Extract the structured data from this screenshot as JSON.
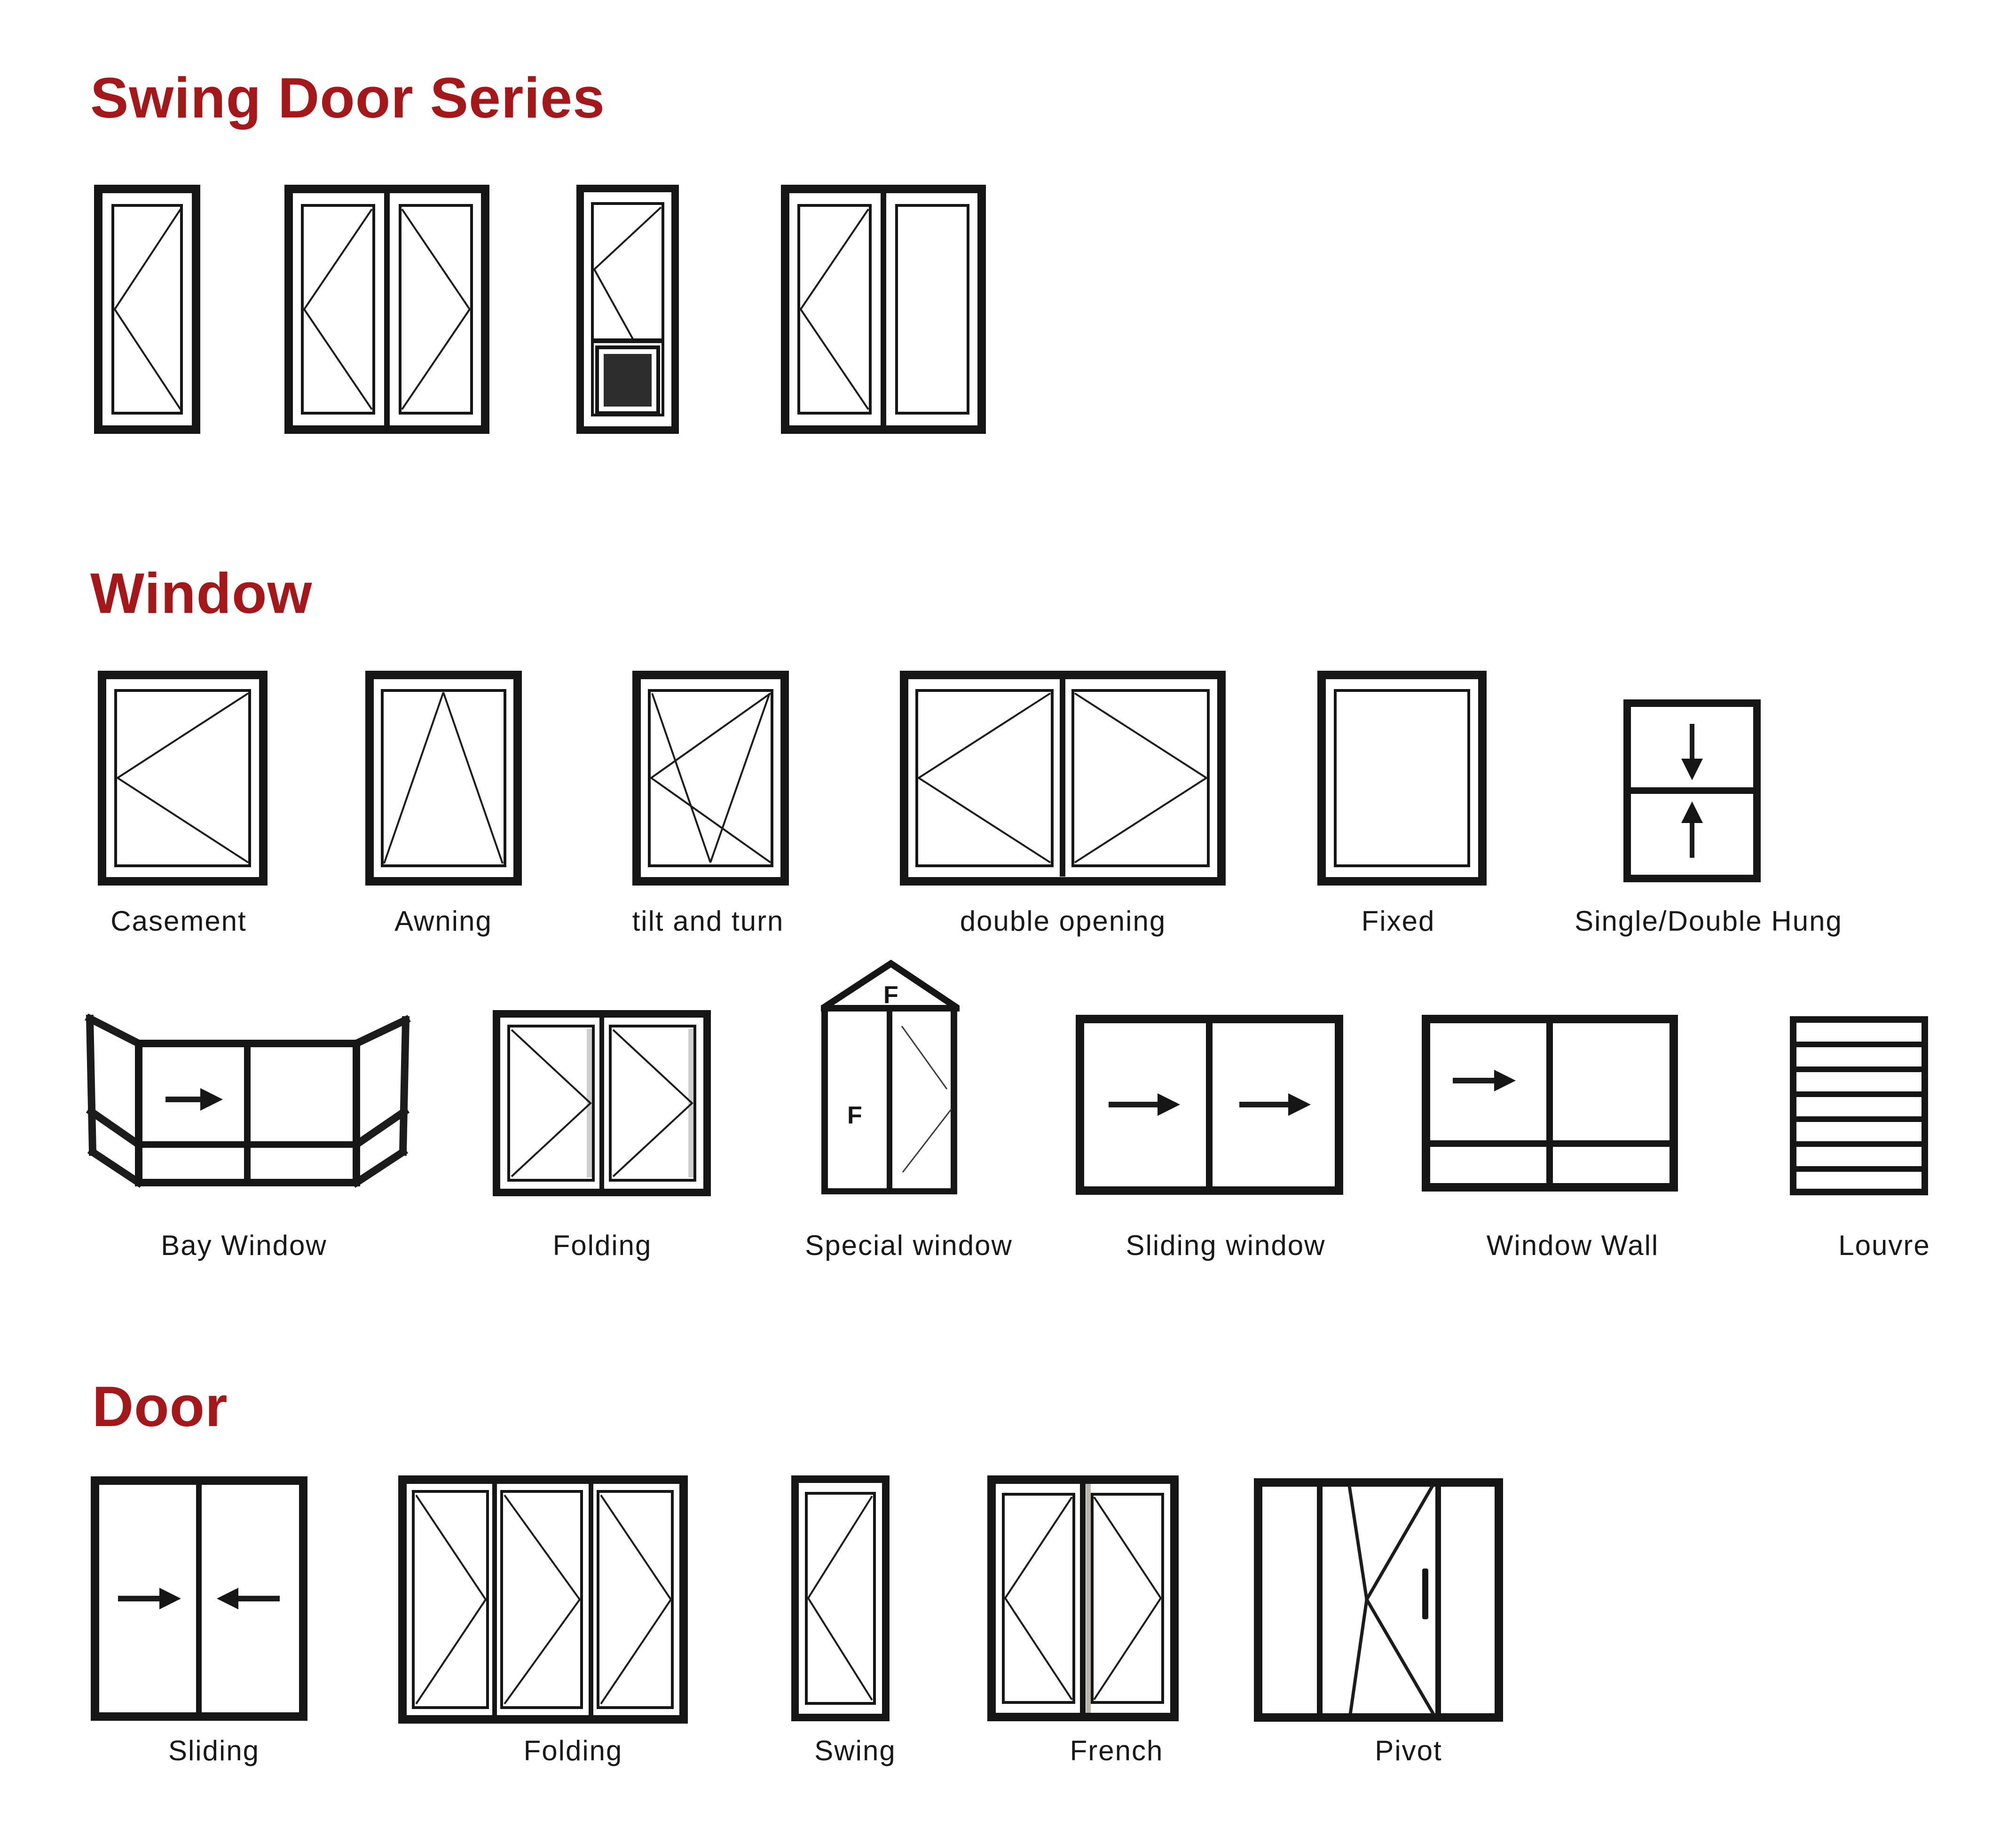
{
  "colors": {
    "background": "#ffffff",
    "accent_red": "#a2181b",
    "line_black": "#161616",
    "dark_panel": "#2d2d2d"
  },
  "sections": {
    "swing_door_series": {
      "title": "Swing Door Series",
      "diagrams": [
        {
          "icon": "single-swing-door-icon"
        },
        {
          "icon": "double-swing-door-icon"
        },
        {
          "icon": "swing-door-solid-panel-icon"
        },
        {
          "icon": "swing-door-with-sidelite-icon"
        }
      ]
    },
    "window": {
      "title": "Window",
      "row1": [
        {
          "label": "Casement",
          "icon": "casement-window-icon"
        },
        {
          "label": "Awning",
          "icon": "awning-window-icon"
        },
        {
          "label": "tilt and turn",
          "icon": "tilt-and-turn-window-icon"
        },
        {
          "label": "double opening",
          "icon": "double-opening-window-icon"
        },
        {
          "label": "Fixed",
          "icon": "fixed-window-icon"
        },
        {
          "label": "Single/Double Hung",
          "icon": "single-double-hung-window-icon"
        }
      ],
      "row2": [
        {
          "label": "Bay Window",
          "icon": "bay-window-icon"
        },
        {
          "label": "Folding",
          "icon": "folding-window-icon"
        },
        {
          "label": "Special window",
          "icon": "special-window-icon",
          "marks": {
            "top": "F",
            "left": "F"
          }
        },
        {
          "label": "Sliding window",
          "icon": "sliding-window-icon"
        },
        {
          "label": "Window Wall",
          "icon": "window-wall-icon"
        },
        {
          "label": "Louvre",
          "icon": "louvre-window-icon"
        }
      ]
    },
    "door": {
      "title": "Door",
      "row": [
        {
          "label": "Sliding",
          "icon": "sliding-door-icon"
        },
        {
          "label": "Folding",
          "icon": "folding-door-icon"
        },
        {
          "label": "Swing",
          "icon": "swing-door-icon"
        },
        {
          "label": "French",
          "icon": "french-door-icon"
        },
        {
          "label": "Pivot",
          "icon": "pivot-door-icon"
        }
      ]
    }
  }
}
